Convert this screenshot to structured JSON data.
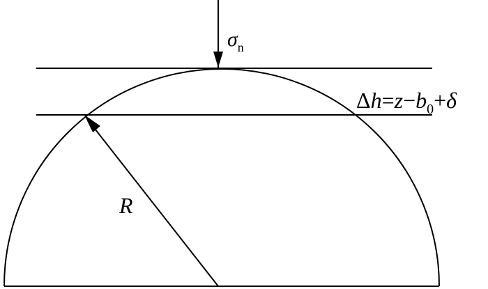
{
  "diagram": {
    "load_symbol": "σ",
    "load_subscript": "n",
    "gap_label": {
      "delta": "Δ",
      "h": "h",
      "eq": "=",
      "z": "z",
      "minus": "−",
      "b": "b",
      "b_sub": "0",
      "plus": "+",
      "d": "δ"
    },
    "radius_label": "R"
  },
  "colors": {
    "ink": "#000000",
    "background": "#ffffff"
  }
}
